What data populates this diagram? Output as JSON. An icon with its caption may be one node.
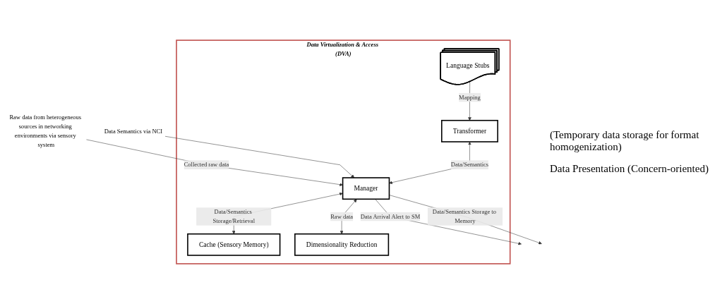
{
  "diagram": {
    "nodes": [
      {
        "text": [
          "Data Virtualization & Access (DVA)"
        ]
      },
      {
        "text": [
          "Language Stubs"
        ],
        "in": 0
      },
      {
        "text": [
          "Manager"
        ],
        "in": 0
      },
      {
        "text": [
          "Cache (Sensory Memory)"
        ],
        "in": 0
      },
      {
        "text": [
          "Dimensionality Reduction"
        ],
        "in": 0
      },
      {
        "text": [
          "Transformer"
        ],
        "in": 0
      },
      {
        "text": [
          "Raw data from heterogeneous sources in networking environments via sensory system"
        ]
      },
      {
        "text": [
          "Data Semantics via NCI"
        ]
      }
    ],
    "edges": [
      {
        "from": 6,
        "to": 2,
        "arrow": "to",
        "label": "Collected raw data"
      },
      {
        "from": 7,
        "to": 2,
        "arrow": "to"
      },
      {
        "from": 1,
        "to": 5,
        "arrow": "to",
        "label": "Mapping"
      },
      {
        "from": 5,
        "to": 2,
        "arrow": "both",
        "label": "Data/Semantics"
      },
      {
        "from": 2,
        "to": 3,
        "arrow": "both",
        "label": "Data/Semantics Storage/Retrieval"
      },
      {
        "from": 2,
        "to": 4,
        "arrow": "both",
        "label": "Raw data"
      },
      {
        "from": 2,
        "to": null,
        "arrow": "to",
        "label": "Data Arrival Alert to SM"
      },
      {
        "from": 2,
        "to": null,
        "arrow": "to",
        "label": "Data/Semantics Storage to Memory"
      }
    ],
    "labels": [
      "(Temporary data storage for format homogenization)",
      "Data Presentation (Concern-oriented)"
    ]
  }
}
